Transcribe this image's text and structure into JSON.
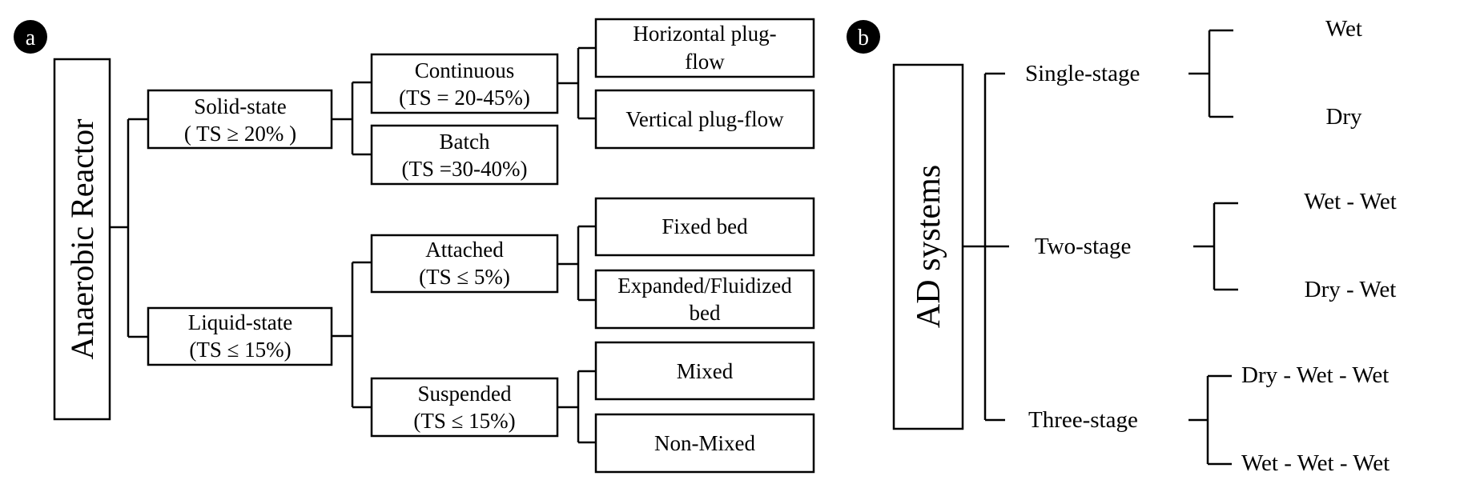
{
  "panel_a": {
    "badge": "a",
    "root": "Anaerobic Reactor",
    "solid": {
      "line1": "Solid-state",
      "line2": "( TS ≥ 20% )"
    },
    "liquid": {
      "line1": "Liquid-state",
      "line2": "(TS ≤ 15%)"
    },
    "continuous": {
      "line1": "Continuous",
      "line2": "(TS = 20-45%)"
    },
    "batch": {
      "line1": "Batch",
      "line2": "(TS =30-40%)"
    },
    "attached": {
      "line1": "Attached",
      "line2": "(TS ≤ 5%)"
    },
    "suspended": {
      "line1": "Suspended",
      "line2": "(TS ≤ 15%)"
    },
    "horizontal": {
      "line1": "Horizontal  plug-",
      "line2": "flow"
    },
    "vertical": "Vertical  plug-flow",
    "fixed": "Fixed bed",
    "expanded": {
      "line1": "Expanded/Fluidized",
      "line2": "bed"
    },
    "mixed": "Mixed",
    "nonmixed": "Non-Mixed"
  },
  "panel_b": {
    "badge": "b",
    "root": "AD systems",
    "single": "Single-stage",
    "two": "Two-stage",
    "three": "Three-stage",
    "single_children": [
      "Wet",
      "Dry"
    ],
    "two_children": [
      "Wet - Wet",
      "Dry - Wet"
    ],
    "three_children": [
      "Dry - Wet - Wet",
      "Wet - Wet - Wet"
    ]
  }
}
